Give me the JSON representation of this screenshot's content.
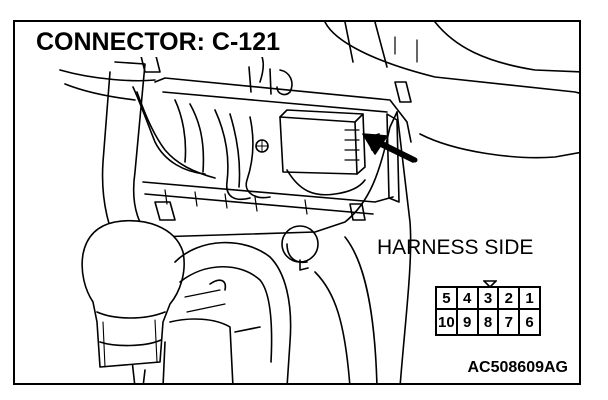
{
  "title": "CONNECTOR: C-121",
  "harness_label": "HARNESS SIDE",
  "code": "AC508609AG",
  "connector": {
    "top_row": [
      "5",
      "4",
      "3",
      "2",
      "1"
    ],
    "bottom_row": [
      "10",
      "9",
      "8",
      "7",
      "6"
    ]
  }
}
